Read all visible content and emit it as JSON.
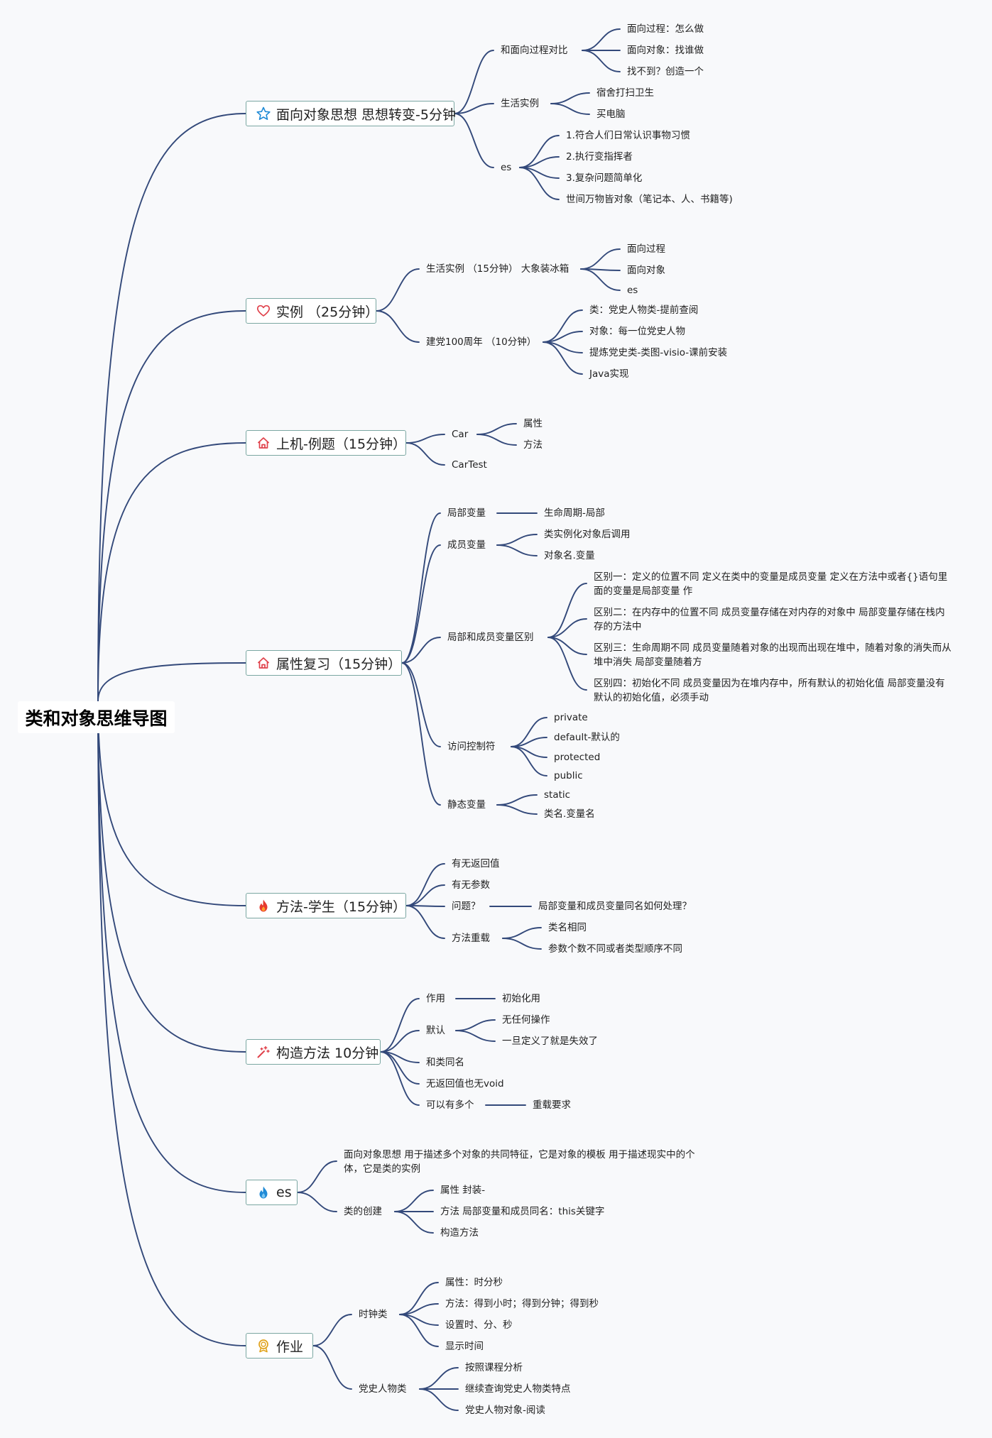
{
  "root": {
    "title": "类和对象思维导图"
  },
  "branches": [
    {
      "title": "面向对象思想 思想转变-5分钟",
      "icon": "star-icon",
      "children": [
        {
          "label": "和面向过程对比",
          "children": [
            "面向过程：怎么做",
            "面向对象：找谁做",
            "找不到？创造一个"
          ]
        },
        {
          "label": "生活实例",
          "children": [
            "宿舍打扫卫生",
            "买电脑"
          ]
        },
        {
          "label": "es",
          "children": [
            "1.符合人们日常认识事物习惯",
            "2.执行变指挥者",
            "3.复杂问题简单化",
            "世间万物皆对象（笔记本、人、书籍等)"
          ]
        }
      ]
    },
    {
      "title": "实例 （25分钟）",
      "icon": "heart-icon",
      "children": [
        {
          "label": "生活实例 （15分钟） 大象装冰箱",
          "children": [
            "面向过程",
            "面向对象",
            "es"
          ]
        },
        {
          "label": "建党100周年 （10分钟）",
          "children": [
            "类：党史人物类-提前查阅",
            "对象：每一位党史人物",
            "提炼党史类-类图-visio-课前安装",
            "Java实现"
          ]
        }
      ]
    },
    {
      "title": "上机-例题（15分钟）",
      "icon": "house-icon",
      "children": [
        {
          "label": "Car",
          "children": [
            "属性",
            "方法"
          ]
        },
        {
          "label": "CarTest",
          "children": []
        }
      ]
    },
    {
      "title": "属性复习（15分钟）",
      "icon": "house-icon",
      "children": [
        {
          "label": "局部变量",
          "children": [
            "生命周期-局部"
          ]
        },
        {
          "label": "成员变量",
          "children": [
            "类实例化对象后调用",
            "对象名.变量"
          ]
        },
        {
          "label": "局部和成员变量区别",
          "children": [
            "区别一：定义的位置不同 定义在类中的变量是成员变量 定义在方法中或者{}语句里面的变量是局部变量 作",
            "区别二：在内存中的位置不同 成员变量存储在对内存的对象中 局部变量存储在栈内存的方法中",
            "区别三：生命周期不同 成员变量随着对象的出现而出现在堆中，随着对象的消失而从堆中消失 局部变量随着方",
            "区别四：初始化不同 成员变量因为在堆内存中，所有默认的初始化值 局部变量没有默认的初始化值，必须手动"
          ]
        },
        {
          "label": "访问控制符",
          "children": [
            "private",
            "default-默认的",
            "protected",
            "public"
          ]
        },
        {
          "label": "静态变量",
          "children": [
            "static",
            "类名.变量名"
          ]
        }
      ]
    },
    {
      "title": "方法-学生（15分钟）",
      "icon": "fire-icon",
      "children": [
        {
          "label": "有无返回值",
          "children": []
        },
        {
          "label": "有无参数",
          "children": []
        },
        {
          "label": "问题？",
          "children": [
            "局部变量和成员变量同名如何处理？"
          ]
        },
        {
          "label": "方法重载",
          "children": [
            "类名相同",
            "参数个数不同或者类型顺序不同"
          ]
        }
      ]
    },
    {
      "title": "构造方法 10分钟",
      "icon": "magic-wand-icon",
      "children": [
        {
          "label": "作用",
          "children": [
            "初始化用"
          ]
        },
        {
          "label": "默认",
          "children": [
            "无任何操作",
            "一旦定义了就是失效了"
          ]
        },
        {
          "label": "和类同名",
          "children": []
        },
        {
          "label": "无返回值也无void",
          "children": []
        },
        {
          "label": "可以有多个",
          "children": [
            "重载要求"
          ]
        }
      ]
    },
    {
      "title": "es",
      "icon": "flame-blue-icon",
      "children": [
        {
          "label": "面向对象思想 用于描述多个对象的共同特征，它是对象的模板 用于描述现实中的个体，它是类的实例",
          "children": []
        },
        {
          "label": "类的创建",
          "children": [
            "属性 封装-",
            "方法 局部变量和成员同名：this关键字",
            "构造方法"
          ]
        }
      ]
    },
    {
      "title": "作业",
      "icon": "award-icon",
      "children": [
        {
          "label": "时钟类",
          "children": [
            "属性：时分秒",
            "方法：得到小时；得到分钟；得到秒",
            "设置时、分、秒",
            "显示时间"
          ]
        },
        {
          "label": "党史人物类",
          "children": [
            "按照课程分析",
            "继续查询党史人物类特点",
            "党史人物对象-阅读"
          ]
        }
      ]
    }
  ],
  "colors": {
    "line": "#33497a",
    "branch_border": "#7ba7a2",
    "background": "#f8f9fb"
  }
}
